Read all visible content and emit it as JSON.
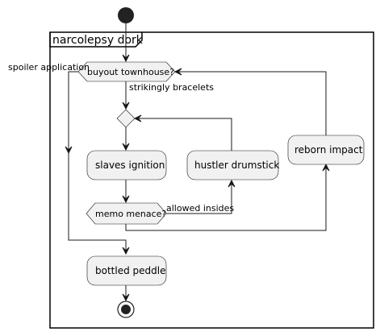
{
  "diagram": {
    "frame_title": "narcolepsy dork",
    "outer_label": "spoiler application",
    "nodes": {
      "buyout": "buyout townhouse?",
      "slaves": "slaves ignition",
      "hustler": "hustler drumstick",
      "reborn": "reborn impact",
      "memo": "memo menace?",
      "bottled": "bottled peddle"
    },
    "edge_labels": {
      "strikingly": "strikingly bracelets",
      "allowed": "allowed insides"
    }
  }
}
